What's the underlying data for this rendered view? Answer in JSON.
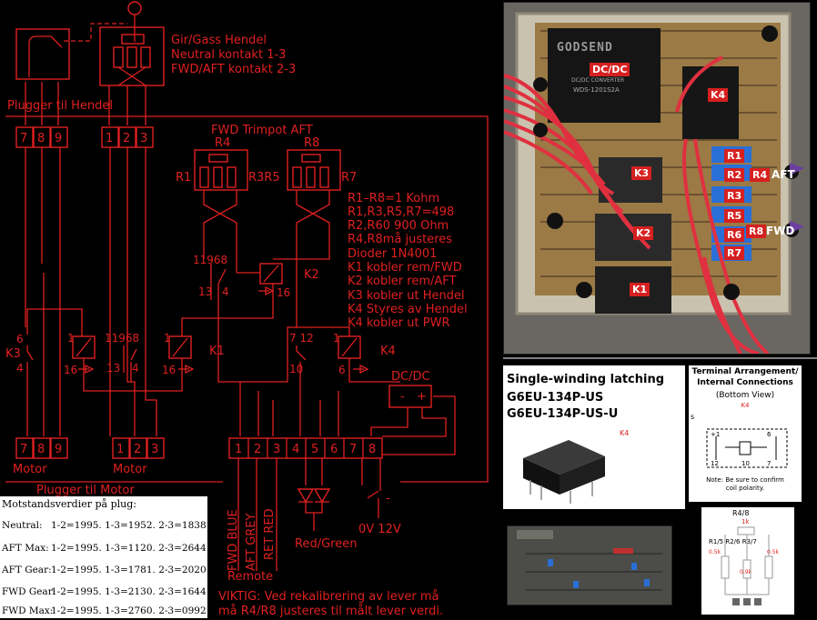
{
  "header": {
    "lever_title": "Gir/Gass Hendel",
    "lever_neutral": "Neutral kontakt 1-3",
    "lever_fwd_aft": "FWD/AFT kontakt 2-3",
    "plugs_to_lever": "Plugger til Hendel"
  },
  "trimpot": {
    "title": "FWD  Trimpot AFT",
    "r4": "R4",
    "r8": "R8",
    "r1": "R1",
    "r3r5": "R3R5",
    "r7": "R7"
  },
  "notes": [
    "R1–R8=1 Kohm",
    "R1,R3,R5,R7=498",
    "R2,R60 900 Ohm",
    "R4,R8må justeres",
    "Dioder 1N4001",
    "K1 kobler rem/FWD",
    "K2 kobler rem/AFT",
    "K3 kobler ut Hendel",
    "K4 Styres av Hendel",
    "K4 kobler ut PWR"
  ],
  "relays": {
    "k1": "K1",
    "k2": "K2",
    "k3": "K3",
    "k4": "K4",
    "k2_pins_top": "11968",
    "k2_pins_bottom_left": "13",
    "k2_pins_bottom_mid": "4",
    "k2_pins_bottom_right": "16",
    "k3_pin_top": "6",
    "k3_pin_bottom": "4",
    "k3_coil_1": "1",
    "k3_coil_16": "16",
    "k1_pins_top": "11968",
    "k1_pin_13": "13",
    "k1_pin_4": "4",
    "k1_coil_1": "1",
    "k1_coil_16": "16",
    "k4_pins_top": "7 12",
    "k4_pin_10": "10",
    "k4_coil_1": "1",
    "k4_coil_6": "6"
  },
  "dcdc": {
    "label": "DC/DC",
    "minus": "-",
    "plus": "+"
  },
  "connectors": {
    "plug_789": [
      "7",
      "8",
      "9"
    ],
    "plug_123": [
      "1",
      "2",
      "3"
    ],
    "motor_left": [
      "7",
      "8",
      "9"
    ],
    "motor_right": [
      "1",
      "2",
      "3"
    ],
    "main": [
      "1",
      "2",
      "3",
      "4",
      "5",
      "6",
      "7",
      "8"
    ],
    "motor_label": "Motor",
    "plugs_to_motor": "Plugger til Motor"
  },
  "remote": {
    "fwd_blue": "FWD BLUE",
    "aft_grey": "AFT GREY",
    "ret_red": "RET RED",
    "remote": "Remote",
    "red_green": "Red/Green",
    "supply": "0V 12V",
    "minus": "-",
    "plus": "+"
  },
  "warning": [
    "VIKTIG: Ved rekalibrering av lever må",
    "må R4/R8 justeres til målt lever verdi."
  ],
  "resistance_table": {
    "title": "Motstandsverdier på plug:",
    "rows": [
      {
        "label": "Neutral:",
        "values": "1-2=1995. 1-3=1952. 2-3=1838"
      },
      {
        "label": "AFT Max:",
        "values": "1-2=1995. 1-3=1120. 2-3=2644"
      },
      {
        "label": "AFT Gear:",
        "values": "1-2=1995. 1-3=1781. 2-3=2020"
      },
      {
        "label": "FWD Gear:",
        "values": "1-2=1995. 1-3=2130. 2-3=1644"
      },
      {
        "label": "FWD Max:",
        "values": "1-2=1995. 1-3=2760. 2-3=0992"
      }
    ]
  },
  "photo": {
    "dcdc_brand": "GODSEND",
    "dcdc_label": "DC/DC",
    "dcdc_sub": "DC/DC CONVERTER",
    "dcdc_model": "WDS-1201S2A",
    "k_labels": [
      "K4",
      "K3",
      "K2",
      "K1"
    ],
    "r_labels": [
      "R1",
      "R2",
      "R4",
      "R3",
      "R5",
      "R6",
      "R8",
      "R7"
    ],
    "aft": "AFT",
    "fwd": "FWD"
  },
  "relay_datasheet": {
    "title": "Single-winding latching",
    "model1": "G6EU-134P-US",
    "model2": "G6EU-134P-US-U",
    "k4": "K4"
  },
  "terminal_panel": {
    "title1": "Terminal Arrangement/",
    "title2": "Internal Connections",
    "title3": "(Bottom View)",
    "k4": "K4",
    "s": "s",
    "note1": "Note: Be sure to confirm",
    "note2": "coil polarity."
  },
  "trimpot_panel": {
    "title": "R4/8",
    "sub": "1k",
    "labels": "R1/5 R2/6 R3/7",
    "left_val": "0.5k",
    "right_val": "0.5k",
    "center_val": "0.9k"
  },
  "colors": {
    "schematic": "#e02020",
    "background": "#000000",
    "wire_photo": "#e03040",
    "relay_blue": "#2a6fd6"
  }
}
